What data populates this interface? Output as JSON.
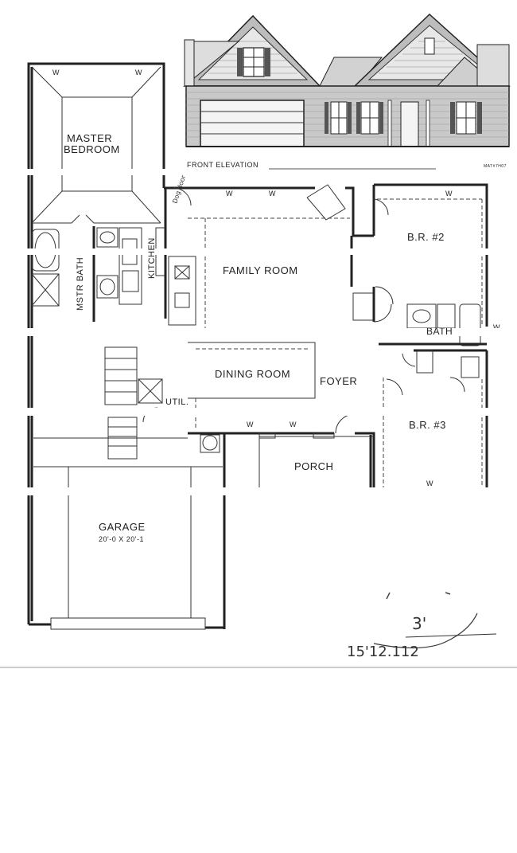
{
  "elevation": {
    "title": "FRONT ELEVATION",
    "stamp": "MAT#7H07"
  },
  "rooms": {
    "master_bedroom_line1": "MASTER",
    "master_bedroom_line2": "BEDROOM",
    "master_bath": "MSTR BATH",
    "kitchen": "KITCHEN",
    "family_room": "FAMILY ROOM",
    "bedroom_2": "B.R. #2",
    "bath": "BATH",
    "dining_room": "DINING ROOM",
    "foyer": "FOYER",
    "utility": "UTIL.",
    "bedroom_3": "B.R. #3",
    "porch": "PORCH",
    "garage": "GARAGE",
    "garage_size": "20'-0 X 20'-1"
  },
  "annotations": {
    "dog_door": "Dog door",
    "dimension": "3'",
    "code": "15'12.112"
  },
  "window_mark": "W"
}
